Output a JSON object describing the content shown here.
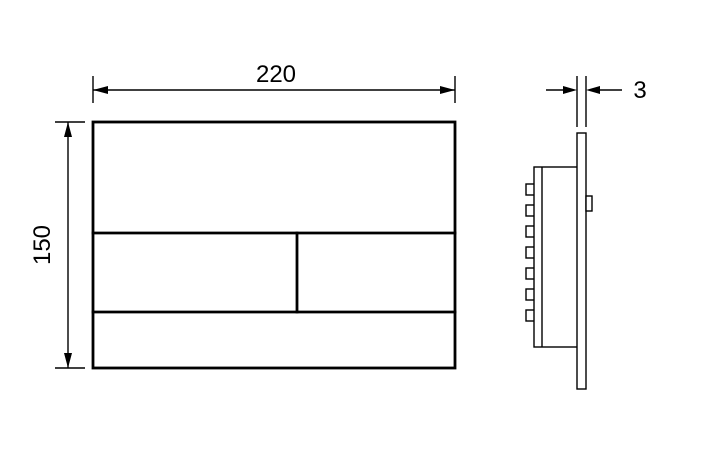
{
  "colors": {
    "line": "#000000",
    "background": "#ffffff"
  },
  "front_view": {
    "width_dim": "220",
    "height_dim": "150"
  },
  "side_view": {
    "thickness_dim": "3"
  }
}
